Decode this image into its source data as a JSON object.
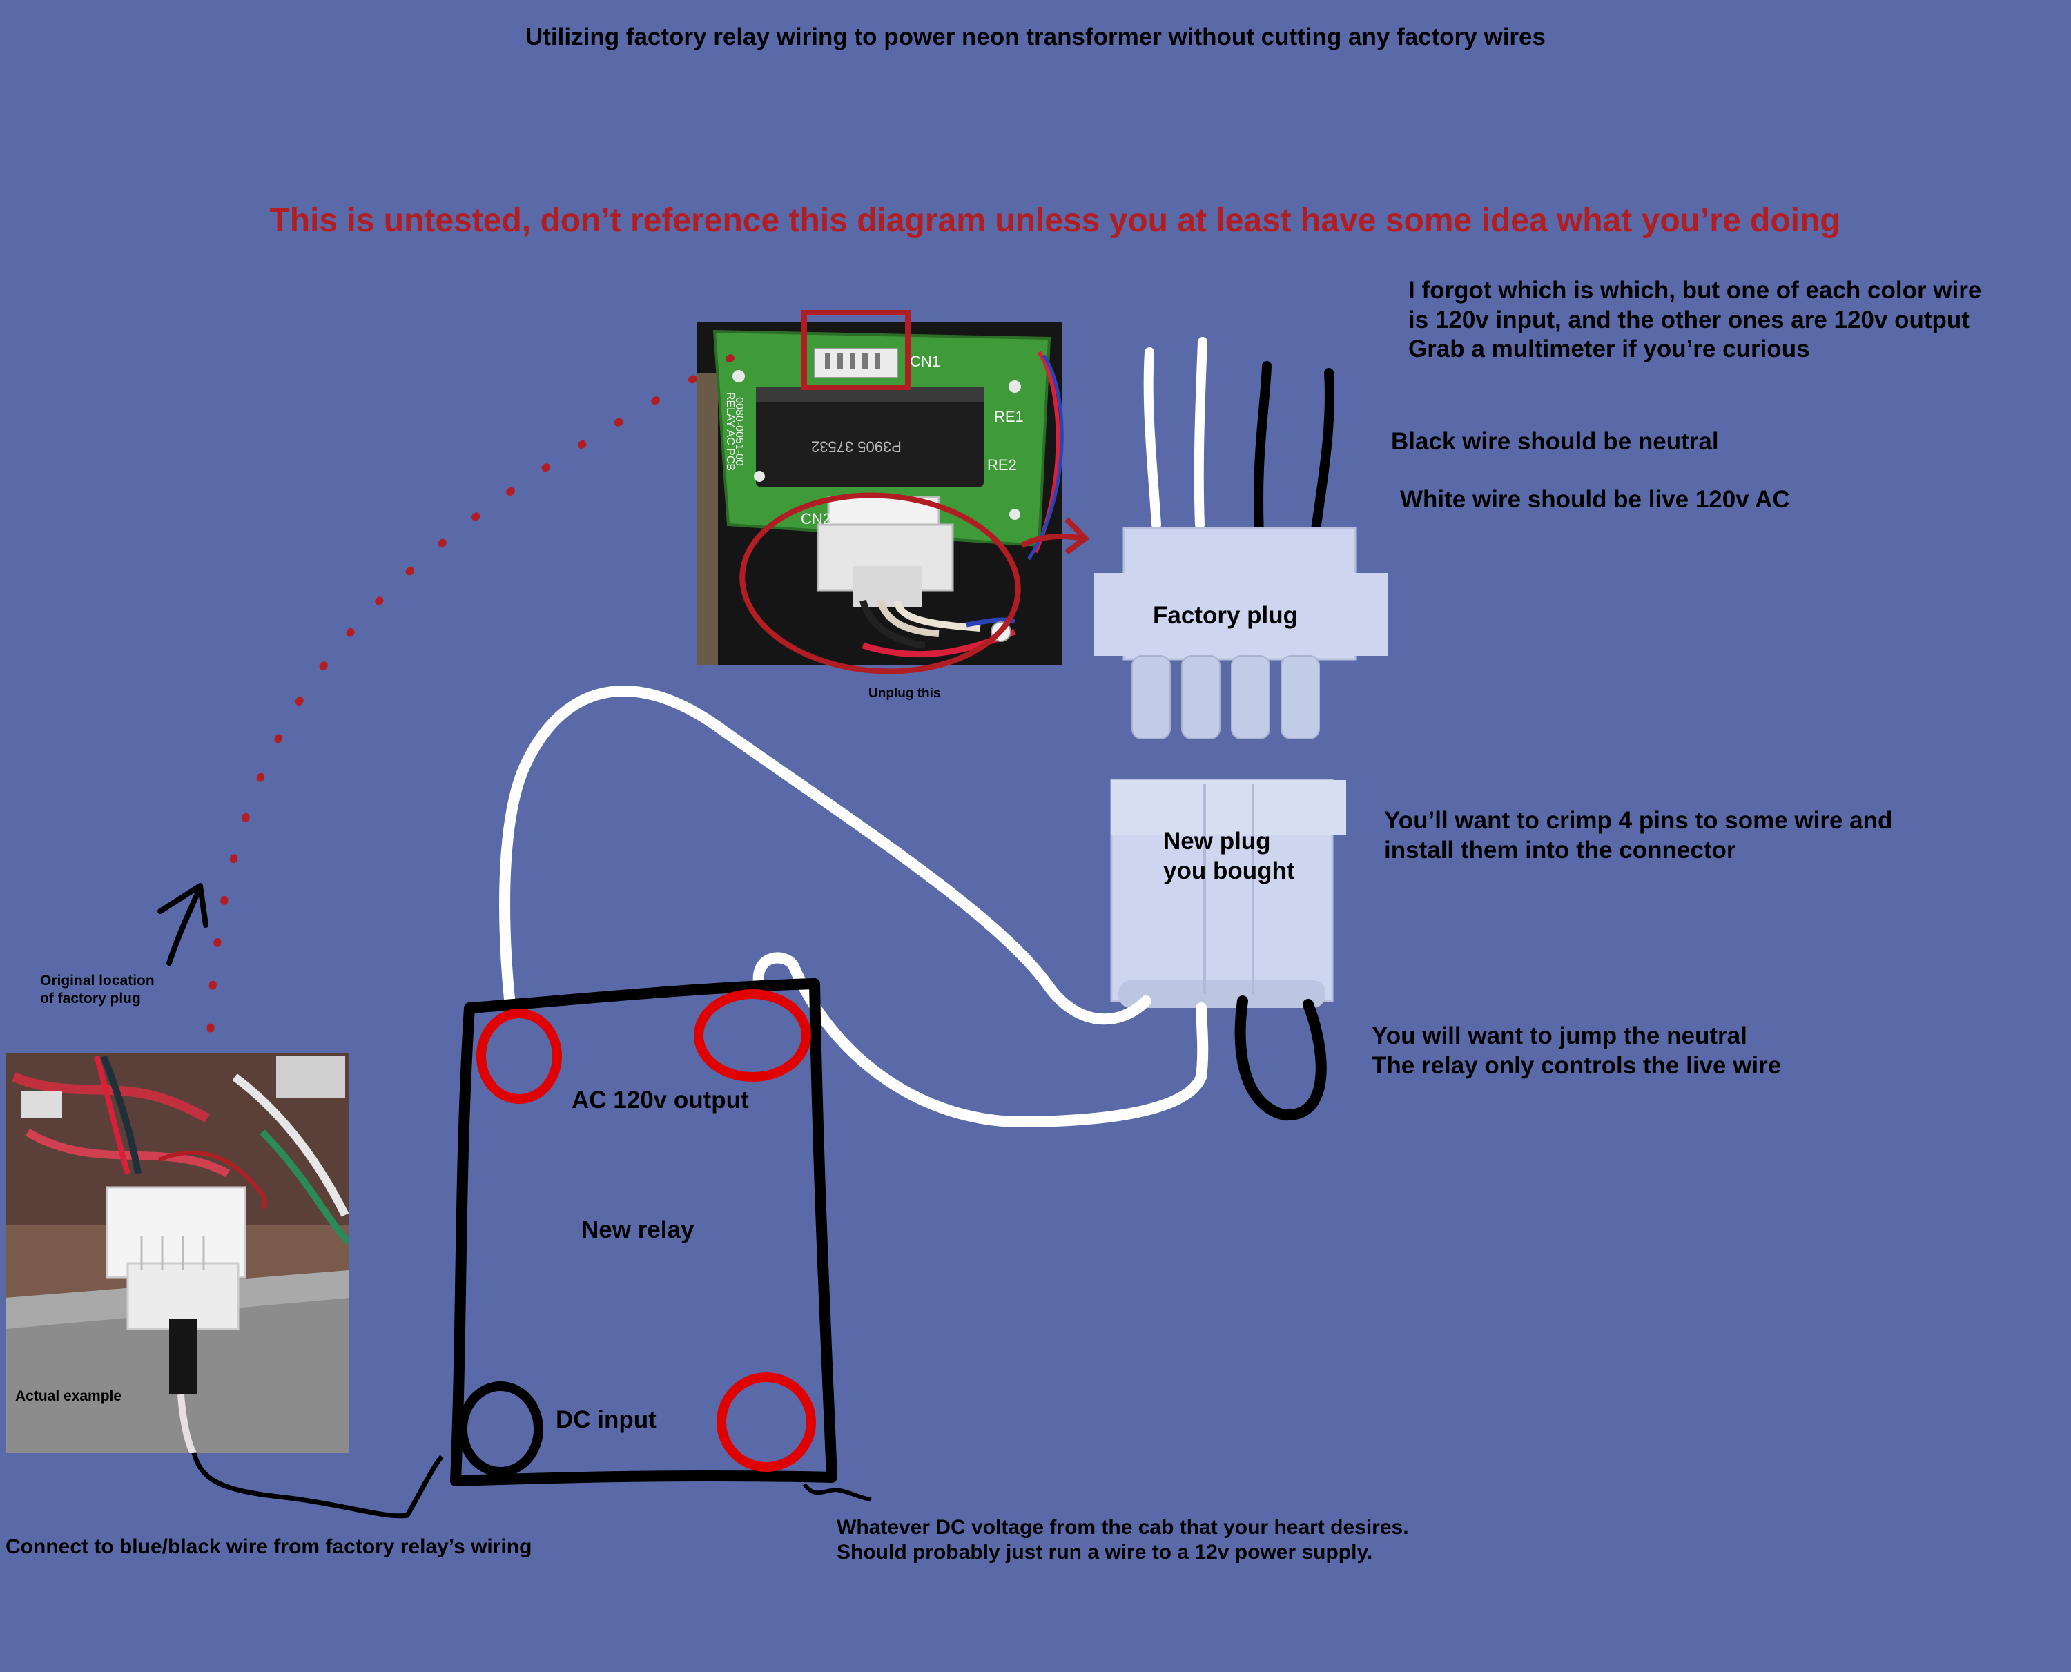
{
  "title": "Utilizing factory relay wiring to power neon transformer without cutting any factory wires",
  "warning": "This is untested, don’t reference this diagram unless you at least have some idea what you’re doing",
  "notes": {
    "wire_colors": "I forgot which is which, but one of each color wire\nis 120v input, and the other ones are 120v output\nGrab a multimeter if you’re curious",
    "black_wire": "Black wire should be neutral",
    "white_wire": "White wire should be live 120v AC",
    "crimp": "You’ll want to crimp 4 pins to some wire and\ninstall them into the connector",
    "jump_neutral": "You will want to jump the neutral\nThe relay only controls the live wire",
    "dc_voltage": "Whatever DC voltage from the cab that your heart desires.\nShould probably just run a wire to a 12v power supply.",
    "connect_wire": "Connect to blue/black wire from factory relay’s wiring",
    "original_location": "Original location\nof factory plug"
  },
  "labels": {
    "factory_plug": "Factory plug",
    "new_plug": "New plug\nyou bought",
    "ac_output": "AC 120v output",
    "new_relay": "New relay",
    "dc_input": "DC input",
    "unplug_this": "Unplug this",
    "actual_example": "Actual example"
  },
  "pcb_markings": {
    "cn1": "CN1",
    "cn2": "CN2",
    "re1": "RE1",
    "re2": "RE2",
    "part_number": "P3905  37532",
    "board_label": "RELAY AC PCB",
    "board_number": "0080-0051-00"
  },
  "colors": {
    "background": "#5a6aa8",
    "warning": "#b01e23",
    "annotation_red": "#e00000",
    "dotted_red": "#b01e23",
    "wire_white": "#ffffff",
    "wire_black": "#000000"
  }
}
